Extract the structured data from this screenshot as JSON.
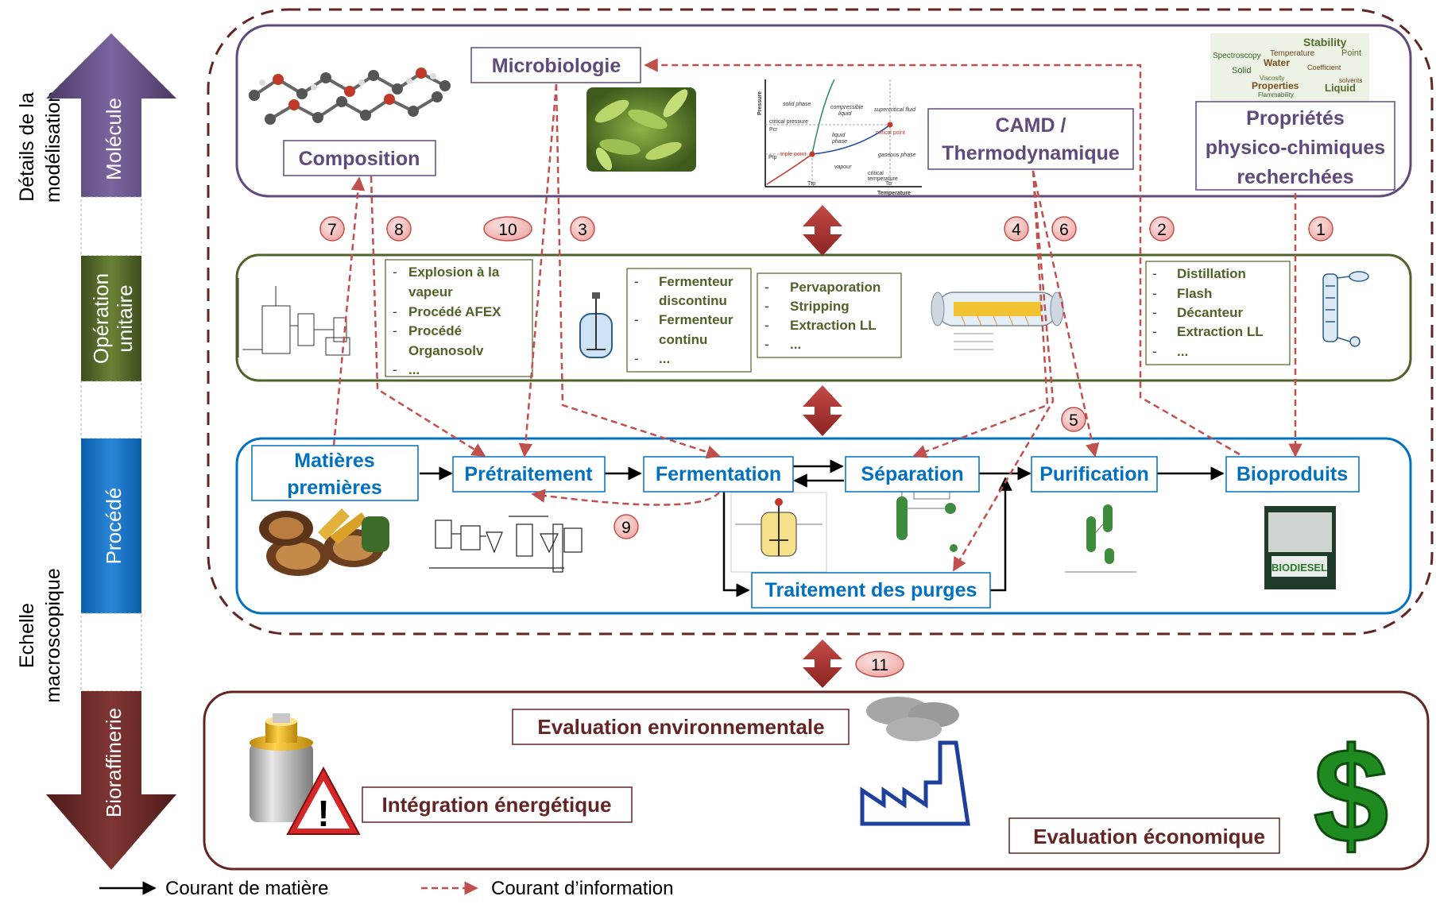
{
  "axis": {
    "top_label_line1": "Détails de la",
    "top_label_line2": "modélisation",
    "bottom_label_line1": "Echelle",
    "bottom_label_line2": "macroscopique",
    "levels": {
      "molecule": "Molécule",
      "operation_line1": "Opération",
      "operation_line2": "unitaire",
      "procede": "Procédé",
      "bioraffinerie": "Bioraffinerie"
    }
  },
  "colors": {
    "molecule": "#604a7b",
    "operation": "#4f6228",
    "procede": "#0070c0",
    "bioraffinerie": "#632523",
    "info_arrow": "#c0504d",
    "number_fill": "#f2b8b6"
  },
  "molecule": {
    "microbiologie": "Microbiologie",
    "composition": "Composition",
    "camd_line1": "CAMD /",
    "camd_line2": "Thermodynamique",
    "props_line1": "Propriétés",
    "props_line2": "physico-chimiques",
    "props_line3": "recherchées",
    "phase_diagram": {
      "ylabel": "Pressure",
      "xlabel": "Temperature",
      "solid": "solid phase",
      "compressible": "compressible",
      "liquid_word": "liquid",
      "supercritical": "supercritical fluid",
      "critical_pressure": "critical pressure",
      "pc": "Pcr",
      "critical_point": "critical point",
      "liquid": "liquid",
      "phase": "phase",
      "triple_point": "triple point",
      "pt": "Ptp",
      "gaseous": "gaseous phase",
      "vapour": "vapour",
      "critical_temp1": "critical",
      "critical_temp2": "temperature",
      "tt": "Ttp",
      "tc": "Tcr"
    },
    "word_cloud": [
      "Stability",
      "Temperature",
      "Spectroscopy",
      "Water",
      "Point",
      "Solid",
      "Coefficient",
      "Liquid",
      "Properties",
      "Flammability",
      "Viscosity",
      "solvents"
    ]
  },
  "operation": {
    "pretreatment_list": [
      "Explosion à la",
      "vapeur",
      "Procédé AFEX",
      "Procédé",
      "Organosolv",
      "..."
    ],
    "fermenter_list": [
      "Fermenteur",
      "discontinu",
      "Fermenteur",
      "continu",
      "..."
    ],
    "separation_list": [
      "Pervaporation",
      "Stripping",
      "Extraction LL",
      "..."
    ],
    "purification_list": [
      "Distillation",
      "Flash",
      "Décanteur",
      "Extraction LL",
      "..."
    ],
    "dash": "-"
  },
  "procede": {
    "matieres_line1": "Matières",
    "matieres_line2": "premières",
    "pretraitement": "Prétraitement",
    "fermentation": "Fermentation",
    "separation": "Séparation",
    "purification": "Purification",
    "bioproduits": "Bioproduits",
    "purges": "Traitement des purges",
    "biodiesel_sign": "BIODIESEL"
  },
  "bioraffinerie": {
    "env": "Evaluation environnementale",
    "energy": "Intégration énergétique",
    "eco": "Evaluation économique",
    "warning_glyph": "!",
    "dollar_glyph": "$"
  },
  "numbers": [
    "1",
    "2",
    "3",
    "4",
    "5",
    "6",
    "7",
    "8",
    "9",
    "10",
    "11"
  ],
  "legend": {
    "matter": "Courant de matière",
    "info": "Courant d’information"
  }
}
